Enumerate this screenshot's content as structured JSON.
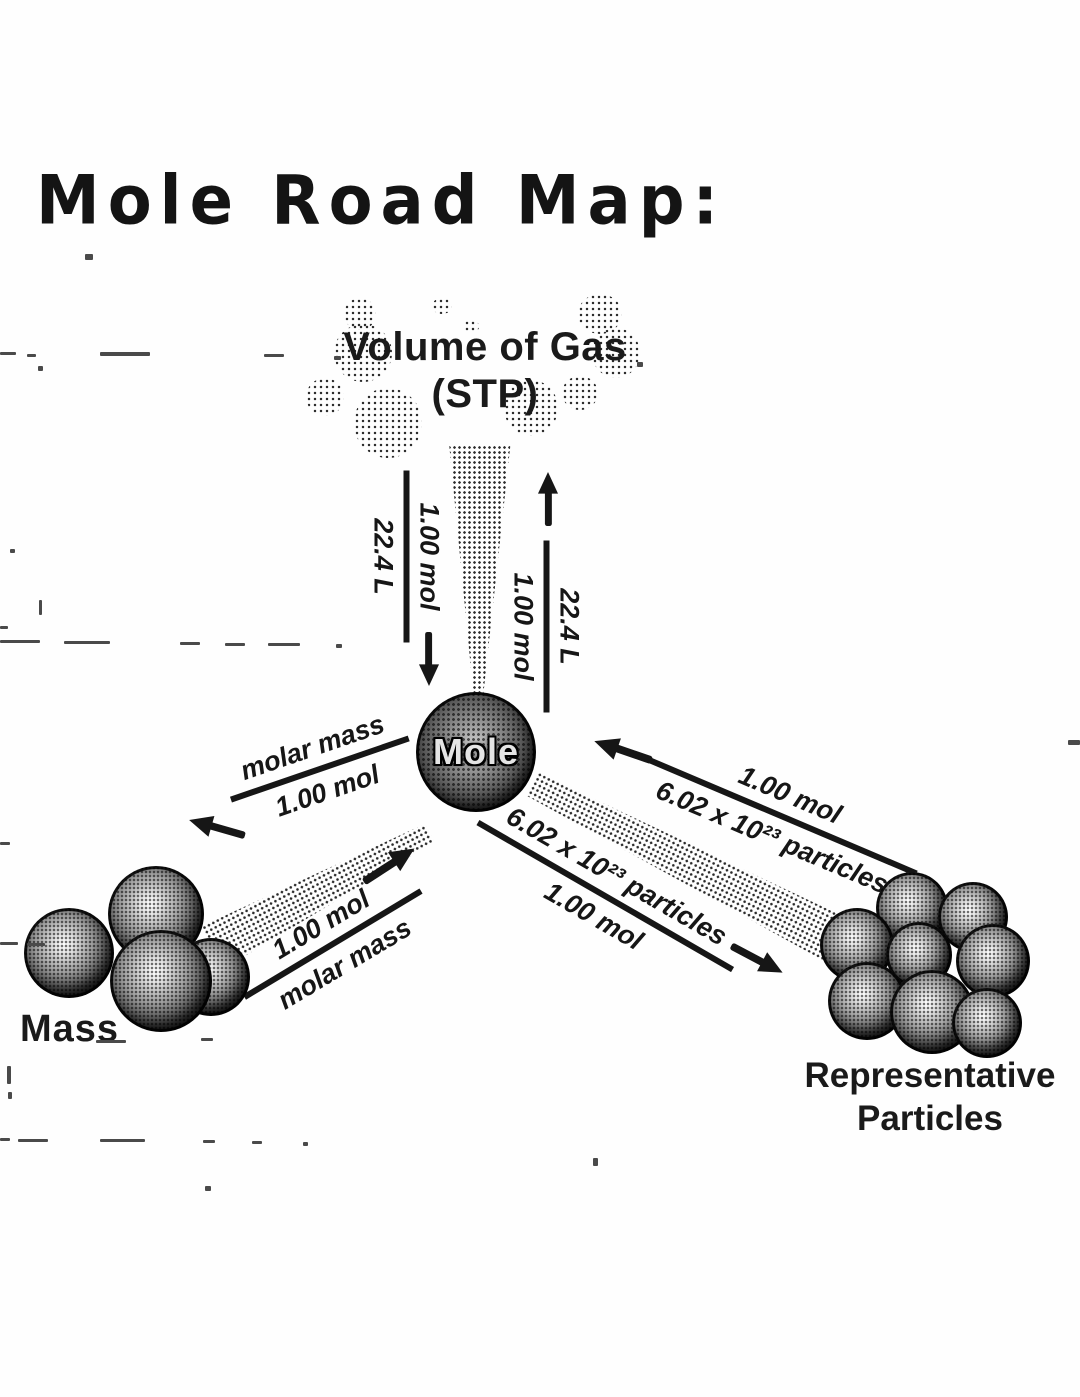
{
  "title": "Mole Road Map:",
  "nodes": {
    "volume": {
      "line1": "Volume of Gas",
      "line2": "(STP)"
    },
    "mole": {
      "label": "Mole"
    },
    "mass": {
      "label": "Mass"
    },
    "particles": {
      "line1": "Representative",
      "line2": "Particles"
    }
  },
  "conversions": {
    "volume_to_mole": {
      "num": "1.00 mol",
      "den": "22.4 L"
    },
    "mole_to_volume": {
      "num": "22.4 L",
      "den": "1.00 mol"
    },
    "mole_to_mass": {
      "num": "molar mass",
      "den": "1.00 mol"
    },
    "mass_to_mole": {
      "num": "1.00 mol",
      "den": "molar mass"
    },
    "particles_to_mole": {
      "num": "1.00 mol",
      "den": "6.02 x 10²³ particles"
    },
    "mole_to_particles": {
      "num": "6.02 x 10²³ particles",
      "den": "1.00 mol"
    }
  },
  "colors": {
    "ink": "#161616",
    "paper": "#fefefe"
  }
}
